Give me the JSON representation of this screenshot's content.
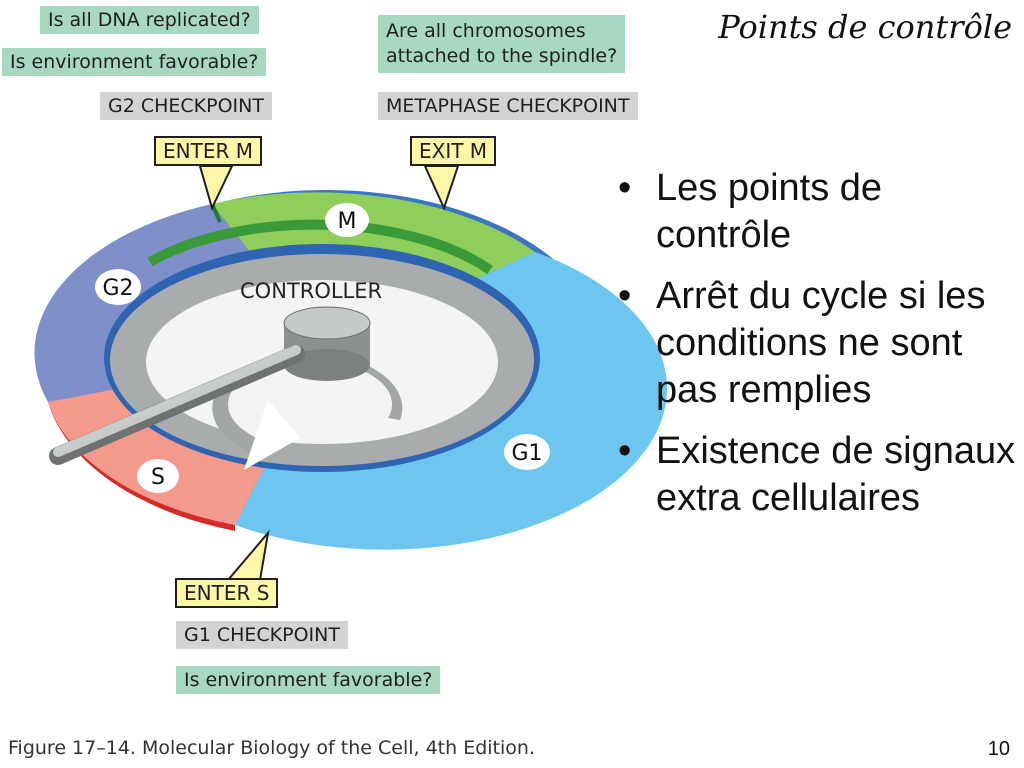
{
  "slide": {
    "title": "Points de contrôle",
    "bullets": [
      "Les points de contrôle",
      "Arrêt du cycle si les conditions ne sont pas remplies",
      "Existence de signaux extra cellulaires"
    ],
    "page_number": "10"
  },
  "diagram": {
    "g2_questions": [
      "Is all DNA replicated?",
      "Is environment favorable?"
    ],
    "g2_checkpoint": "G2 CHECKPOINT",
    "enter_m": "ENTER M",
    "metaphase_question_lines": [
      "Are all chromosomes",
      "attached to the spindle?"
    ],
    "metaphase_checkpoint": "METAPHASE CHECKPOINT",
    "exit_m": "EXIT M",
    "enter_s": "ENTER S",
    "g1_checkpoint": "G1 CHECKPOINT",
    "g1_question": "Is environment favorable?",
    "controller_label": "CONTROLLER",
    "phases": {
      "m": "M",
      "g2": "G2",
      "s": "S",
      "g1": "G1"
    },
    "caption": "Figure 17–14. Molecular Biology of the Cell, 4th Edition."
  },
  "colors": {
    "m_phase": "#8fce5a",
    "g2_phase": "#7f8fc9",
    "s_phase": "#f39a8c",
    "g1_phase": "#6cc6ef",
    "question_box": "#a8d8c1",
    "checkpoint_box": "#d3d3d3",
    "transition_box": "#fff7a8"
  }
}
